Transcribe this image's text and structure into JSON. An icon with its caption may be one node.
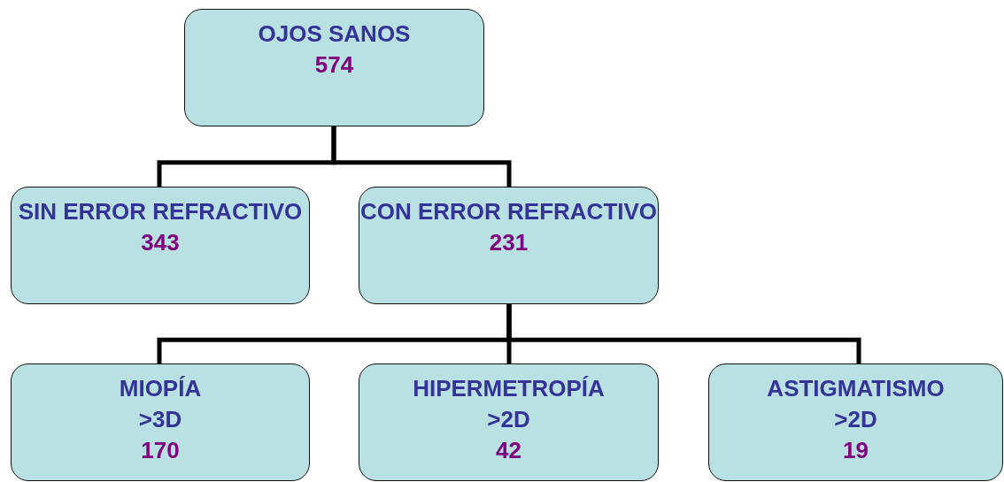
{
  "diagram": {
    "nodes": [
      {
        "text": [
          "OJOS SANOS",
          "574"
        ]
      },
      {
        "text": [
          "SIN ERROR REFRACTIVO",
          "343"
        ]
      },
      {
        "text": [
          "CON ERROR REFRACTIVO",
          "231"
        ]
      },
      {
        "text": [
          "MIOPÍA",
          ">3D",
          "170"
        ]
      },
      {
        "text": [
          "HIPERMETROPÍA",
          ">2D",
          "42"
        ]
      },
      {
        "text": [
          "ASTIGMATISMO",
          ">2D",
          "19"
        ]
      }
    ],
    "edges": [
      {
        "from": 0,
        "to": 1,
        "arrow": "none"
      },
      {
        "from": 0,
        "to": 2,
        "arrow": "none"
      },
      {
        "from": 2,
        "to": 3,
        "arrow": "none"
      },
      {
        "from": 2,
        "to": 4,
        "arrow": "none"
      },
      {
        "from": 2,
        "to": 5,
        "arrow": "none"
      }
    ]
  }
}
